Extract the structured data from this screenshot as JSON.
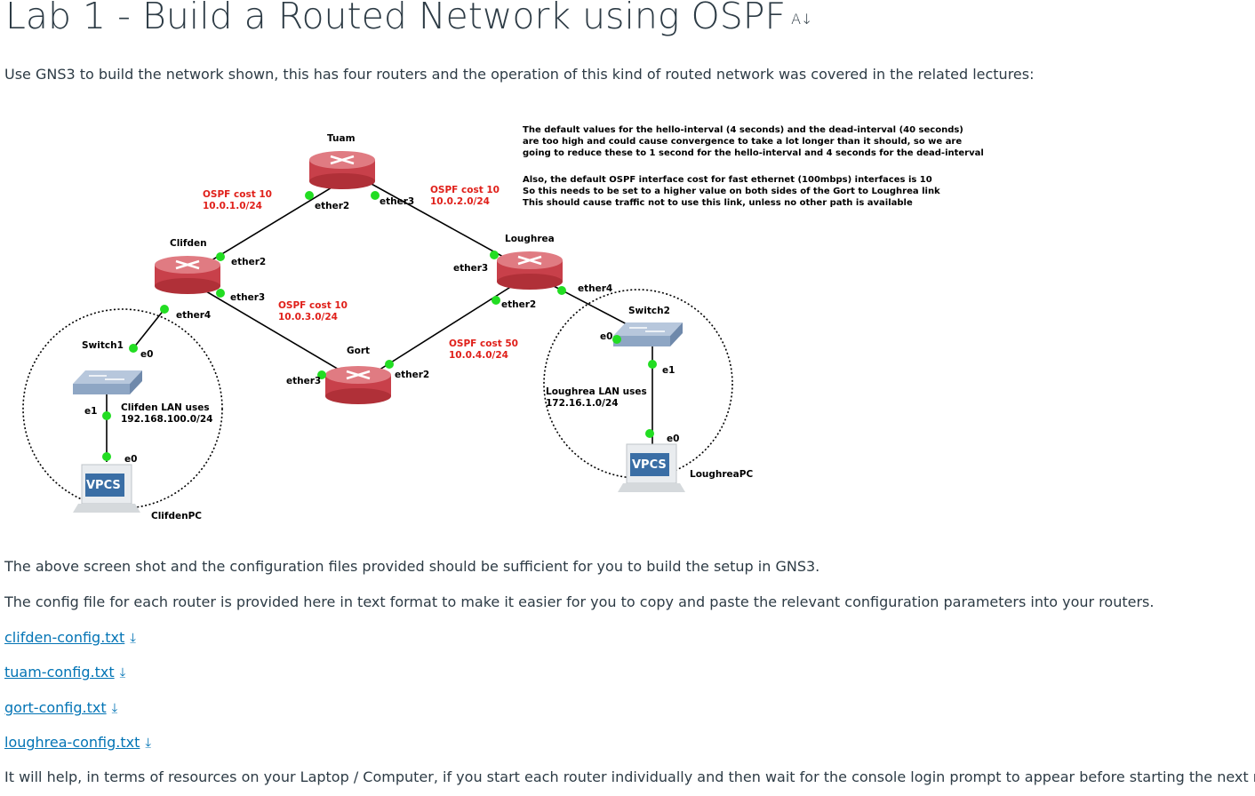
{
  "page": {
    "title": "Lab 1 - Build a Routed Network using OSPF",
    "immersive_icon": "immersive-reader-icon",
    "intro": "Use GNS3 to build the network shown, this has four routers and the operation of this kind of routed network was covered in the related lectures:",
    "para1": "The above screen shot and the configuration files provided should be sufficient for you to build the setup in GNS3.",
    "para2": "The config file for each router is provided here in text format to make it easier for you to copy and paste the relevant configuration parameters into your routers.",
    "files": [
      "clifden-config.txt",
      "tuam-config.txt",
      "gort-config.txt",
      "loughrea-config.txt"
    ],
    "download_icon": "download-icon",
    "para3": "It will help, in terms of resources on your Laptop / Computer, if you start each router individually and then wait for the console login prompt to appear before starting the next router."
  },
  "diagram": {
    "routers": {
      "tuam": "Tuam",
      "clifden": "Clifden",
      "loughrea": "Loughrea",
      "gort": "Gort"
    },
    "switches": {
      "switch1": "Switch1",
      "switch2": "Switch2"
    },
    "pcs": {
      "clifden_pc": "ClifdenPC",
      "loughrea_pc": "LoughreaPC",
      "vpcs_label": "VPCS"
    },
    "ports": {
      "ether2": "ether2",
      "ether3": "ether3",
      "ether4": "ether4",
      "e0": "e0",
      "e1": "e1"
    },
    "links": {
      "clifden_tuam": {
        "cost": "OSPF cost 10",
        "net": "10.0.1.0/24"
      },
      "tuam_loughrea": {
        "cost": "OSPF cost 10",
        "net": "10.0.2.0/24"
      },
      "clifden_gort": {
        "cost": "OSPF cost 10",
        "net": "10.0.3.0/24"
      },
      "gort_loughrea": {
        "cost": "OSPF cost 50",
        "net": "10.0.4.0/24"
      }
    },
    "lans": {
      "clifden": {
        "line1": "Clifden LAN uses",
        "line2": "192.168.100.0/24"
      },
      "loughrea": {
        "line1": "Loughrea LAN uses",
        "line2": "172.16.1.0/24"
      }
    },
    "notes": [
      "The default values for the hello-interval (4 seconds) and the dead-interval (40 seconds)",
      "are too high and could cause convergence to take a lot longer than it should, so we are",
      "going to reduce these to 1 second for the hello-interval and 4 seconds for the dead-interval",
      "Also, the default OSPF interface cost for fast ethernet (100mbps) interfaces is 10",
      "So this needs to be set to a higher value on both sides of the Gort to Loughrea link",
      "This should cause traffic not to use this link, unless no other path is available"
    ],
    "colors": {
      "router": "#c8404a",
      "router_top": "#e07b82",
      "switch": "#8ea6c4",
      "port": "#22dd22",
      "cost_text": "#e0201a",
      "link": "#0374b5"
    }
  }
}
